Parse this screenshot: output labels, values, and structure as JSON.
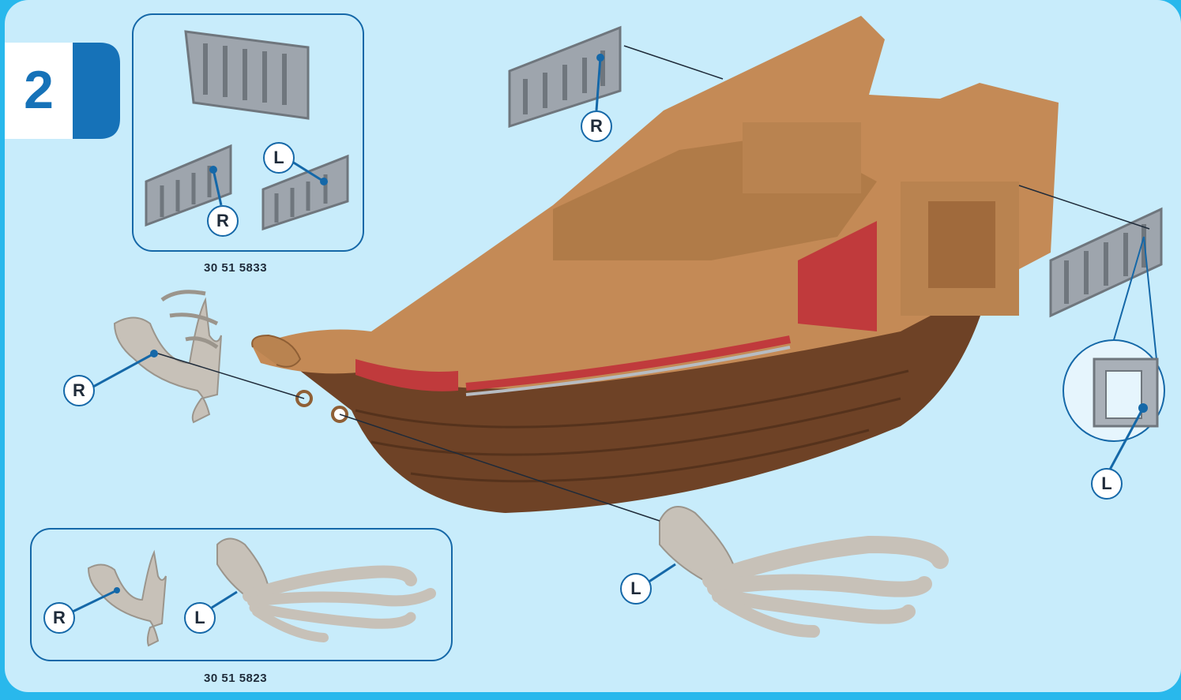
{
  "step": {
    "number": "2"
  },
  "insets": {
    "rails": {
      "part_code": "30 51 5833",
      "labels": [
        "L",
        "R"
      ]
    },
    "kraken": {
      "part_code": "30 51 5823",
      "labels": [
        "R",
        "L"
      ]
    }
  },
  "callouts": {
    "rail_top": "R",
    "rail_right_zoom": "L",
    "kraken_head": "R",
    "tentacles": "L"
  },
  "colors": {
    "background": "#c8ecfb",
    "frame": "#29b8ec",
    "accent": "#1672b8",
    "hull_light": "#c48a56",
    "hull_dark": "#6e4226",
    "rail_gray": "#9ea5ad",
    "kraken_gray": "#c7c1b8",
    "trim_red": "#c03a3c"
  }
}
